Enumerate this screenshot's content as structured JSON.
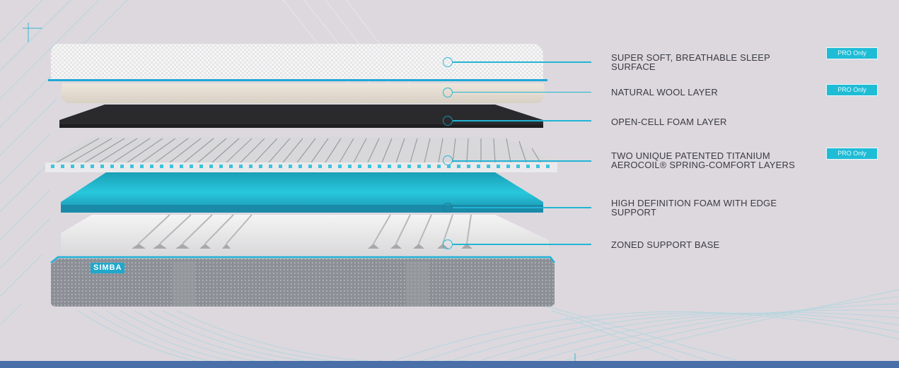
{
  "brand": {
    "name": "SIMBA"
  },
  "colors": {
    "background": "#dcd8de",
    "accent": "#1fbcd6",
    "callout_line": "#22b4d4",
    "bottom_bar": "#4a6fa8",
    "text": "#3a3a44"
  },
  "layers": [
    {
      "label": "SUPER SOFT, BREATHABLE SLEEP SURFACE",
      "badge": "PRO Only"
    },
    {
      "label": "NATURAL WOOL LAYER",
      "badge": "PRO Only"
    },
    {
      "label": "OPEN-CELL FOAM LAYER",
      "badge": null
    },
    {
      "label": "TWO UNIQUE PATENTED TITANIUM AEROCOIL® SPRING-COMFORT LAYERS",
      "badge": "PRO Only"
    },
    {
      "label": "HIGH DEFINITION FOAM WITH EDGE SUPPORT",
      "badge": null
    },
    {
      "label": "ZONED SUPPORT BASE",
      "badge": null
    }
  ]
}
